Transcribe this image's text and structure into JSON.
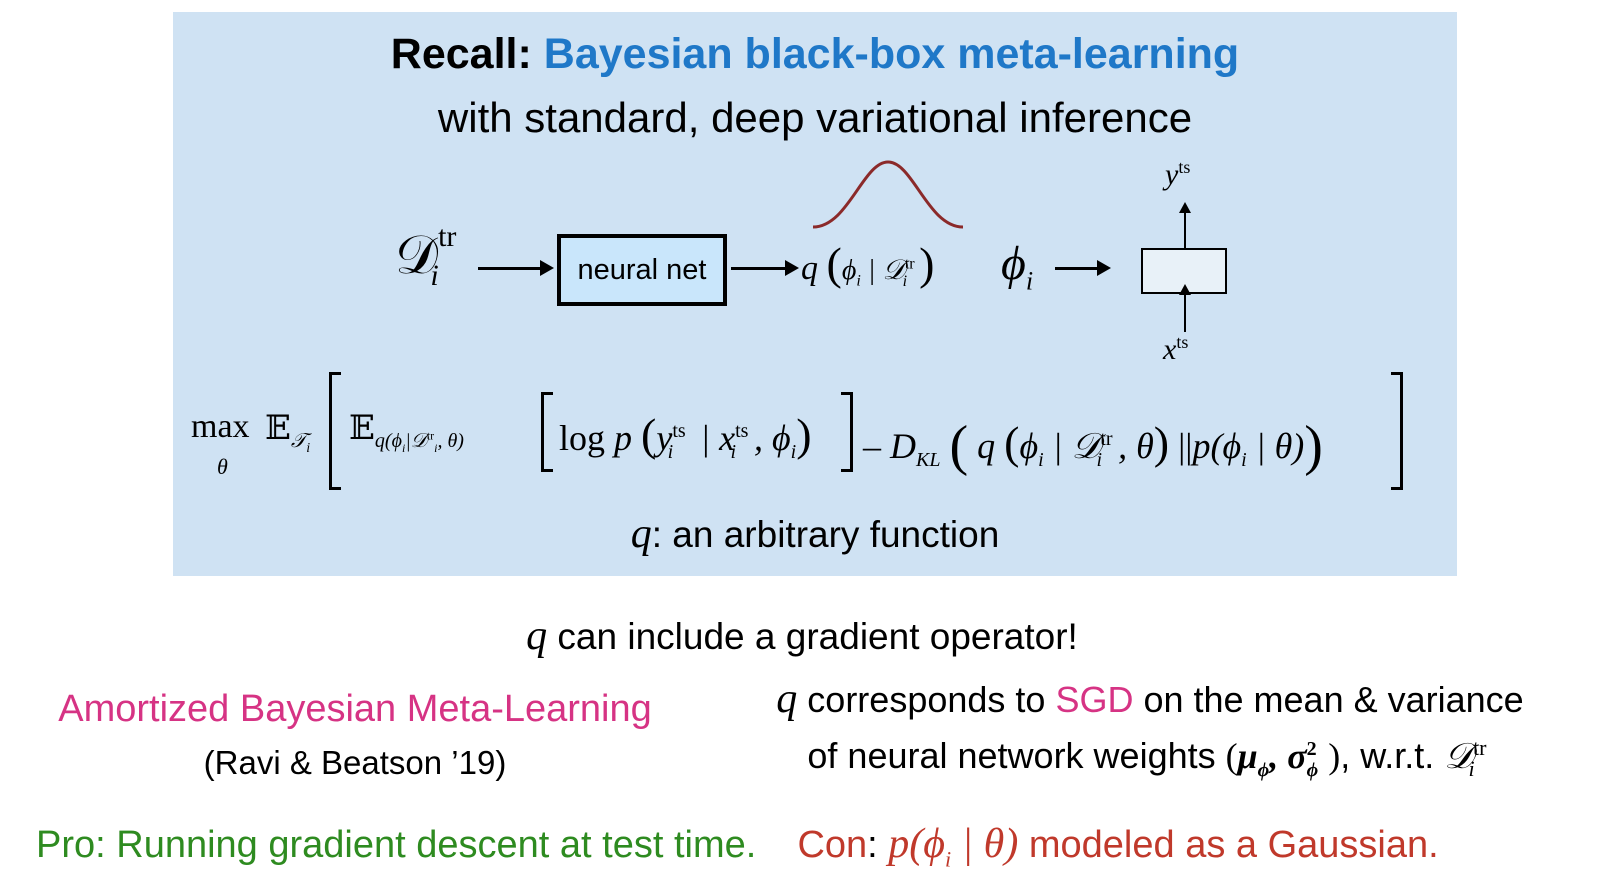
{
  "panel": {
    "title_prefix": "Recall:",
    "title_highlight": "Bayesian black-box meta-learning",
    "subtitle": "with standard, deep variational inference",
    "caption_suffix": ": an arbitrary function"
  },
  "diagram": {
    "input_label": "𝒟",
    "input_sup": "tr",
    "input_sub": "i",
    "nn_label": "neural net",
    "q_expr": "q",
    "phi_label": "ϕ",
    "phi_sub": "i",
    "y_label": "y",
    "y_sup": "ts",
    "x_label": "x",
    "x_sup": "ts"
  },
  "statement": {
    "q": "q",
    "text": " can include a gradient operator!"
  },
  "reference": {
    "title": "Amortized Bayesian Meta-Learning",
    "citation": "(Ravi & Beatson ’19)"
  },
  "description": {
    "q": "q",
    "part1": " corresponds to ",
    "sgd": "SGD",
    "part2": " on the mean & variance",
    "line2": "of neural network weights",
    "line2_end": ", w.r.t."
  },
  "footer": {
    "pro_label": "Pro",
    "pro_text": ": Running gradient descent at test time.",
    "con_label": "Con",
    "con_text": " modeled as a Gaussian."
  },
  "colors": {
    "panel_bg": "#cfe2f3",
    "highlight_blue": "#1f78c8",
    "pink": "#d63384",
    "green": "#2e8b20",
    "red": "#c0392b",
    "curve": "#8b2a2a"
  }
}
